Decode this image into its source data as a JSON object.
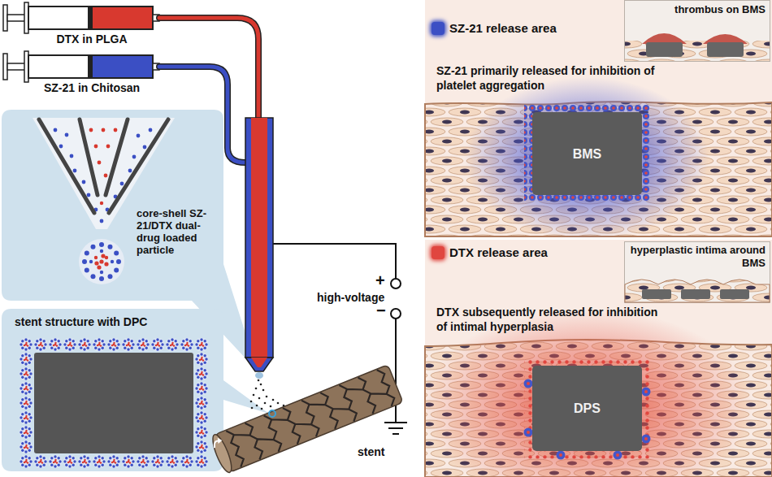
{
  "diagram": {
    "nodes": [
      {
        "text": [
          "DTX in PLGA"
        ]
      },
      {
        "text": [
          "SZ-21 in Chitosan"
        ]
      },
      {
        "text": [
          "core-shell SZ-21/DTX dual-drug loaded particle"
        ]
      },
      {
        "text": [
          "stent structure with DPC"
        ]
      },
      {
        "text": [
          "SZ-21 primarily released for inhibition of platelet aggregation"
        ]
      },
      {
        "text": [
          "thrombus on BMS"
        ],
        "in": 4
      },
      {
        "text": [
          "BMS"
        ],
        "in": 4
      },
      {
        "text": [
          "DTX subsequently released for inhibition of intimal hyperplasia"
        ]
      },
      {
        "text": [
          "hyperplastic intima around BMS"
        ],
        "in": 7
      },
      {
        "text": [
          "DPS"
        ],
        "in": 7
      }
    ],
    "labels": [
      "+",
      "high-voltage",
      "−",
      "stent"
    ],
    "legend": [
      {
        "text": "SZ-21 release area",
        "color": "#3b4fc4"
      },
      {
        "text": "DTX release area",
        "color": "#e0463f"
      }
    ]
  }
}
